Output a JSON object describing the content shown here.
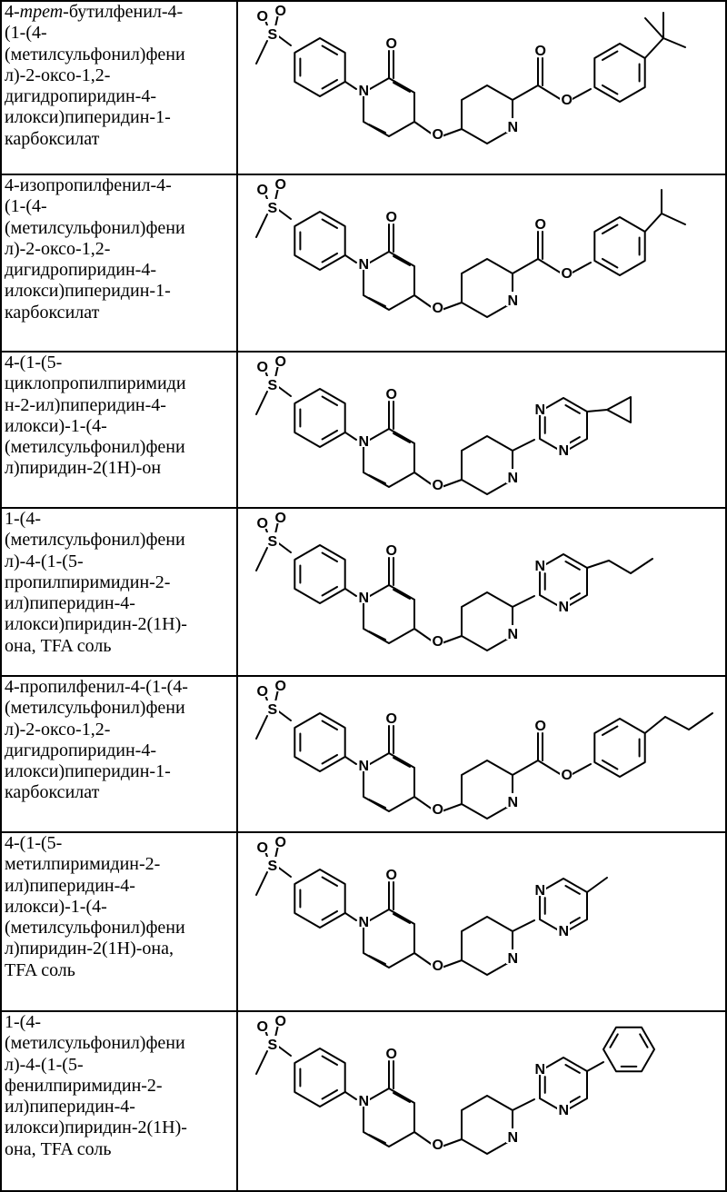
{
  "compounds": [
    {
      "name_lines": [
        "4-трет-бутилфенил-4-",
        "(1-(4-",
        "(метилсульфонил)фени",
        "л)-2-оксо-1,2-",
        "дигидропиридин-4-",
        "илокси)пиперидин-1-",
        "карбоксилат"
      ],
      "name_italic": "трет",
      "linker": "carbamate",
      "tail": "tert-butyl",
      "atoms": {
        "sulfonyl": "S",
        "oxygen": "O",
        "nitrogen": "N"
      }
    },
    {
      "name_lines": [
        "4-изопропилфенил-4-",
        "(1-(4-",
        "(метилсульфонил)фени",
        "л)-2-оксо-1,2-",
        "дигидропиридин-4-",
        "илокси)пиперидин-1-",
        "карбоксилат"
      ],
      "linker": "carbamate",
      "tail": "isopropyl",
      "atoms": {
        "sulfonyl": "S",
        "oxygen": "O",
        "nitrogen": "N"
      }
    },
    {
      "name_lines": [
        "4-(1-(5-",
        "циклопропилпиримиди",
        "н-2-ил)пиперидин-4-",
        "илокси)-1-(4-",
        "(метилсульфонил)фени",
        "л)пиридин-2(1H)-он"
      ],
      "linker": "pyrimidine",
      "tail": "cyclopropyl",
      "atoms": {
        "sulfonyl": "S",
        "oxygen": "O",
        "nitrogen": "N"
      }
    },
    {
      "name_lines": [
        "1-(4-",
        "(метилсульфонил)фени",
        "л)-4-(1-(5-",
        "пропилпиримидин-2-",
        "ил)пиперидин-4-",
        "илокси)пиридин-2(1H)-",
        "она, TFA соль"
      ],
      "linker": "pyrimidine",
      "tail": "propyl",
      "atoms": {
        "sulfonyl": "S",
        "oxygen": "O",
        "nitrogen": "N"
      }
    },
    {
      "name_lines": [
        "4-пропилфенил-4-(1-(4-",
        "(метилсульфонил)фени",
        "л)-2-оксо-1,2-",
        "дигидропиридин-4-",
        "илокси)пиперидин-1-",
        "карбоксилат"
      ],
      "linker": "carbamate",
      "tail": "propyl",
      "atoms": {
        "sulfonyl": "S",
        "oxygen": "O",
        "nitrogen": "N"
      }
    },
    {
      "name_lines": [
        "4-(1-(5-",
        "метилпиримидин-2-",
        "ил)пиперидин-4-",
        "илокси)-1-(4-",
        "(метилсульфонил)фени",
        "л)пиридин-2(1H)-она,",
        "TFA соль"
      ],
      "linker": "pyrimidine",
      "tail": "methyl",
      "atoms": {
        "sulfonyl": "S",
        "oxygen": "O",
        "nitrogen": "N"
      }
    },
    {
      "name_lines": [
        "1-(4-",
        "(метилсульфонил)фени",
        "л)-4-(1-(5-",
        "фенилпиримидин-2-",
        "ил)пиперидин-4-",
        "илокси)пиридин-2(1H)-",
        "она, TFA соль"
      ],
      "linker": "pyrimidine",
      "tail": "phenyl",
      "atoms": {
        "sulfonyl": "S",
        "oxygen": "O",
        "nitrogen": "N"
      }
    }
  ]
}
